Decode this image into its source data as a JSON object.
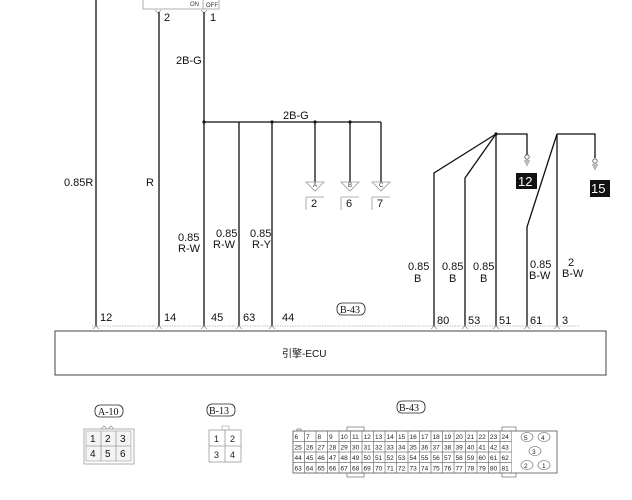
{
  "switch": {
    "state_labels": [
      "ON",
      "OFF"
    ],
    "pins": [
      "2",
      "1"
    ]
  },
  "wires": [
    {
      "id": "w12",
      "label_line1": "0.85R",
      "label_line2": "",
      "ecu_pin": "12"
    },
    {
      "id": "w14",
      "label_line1": "R",
      "label_line2": "",
      "ecu_pin": "14"
    },
    {
      "id": "w45",
      "label_line1": "0.85",
      "label_line2": "R-W",
      "ecu_pin": "45"
    },
    {
      "id": "w63",
      "label_line1": "0.85",
      "label_line2": "R-W",
      "ecu_pin": "63"
    },
    {
      "id": "w44",
      "label_line1": "0.85",
      "label_line2": "R-Y",
      "ecu_pin": "44"
    },
    {
      "id": "w80",
      "label_line1": "0.85",
      "label_line2": "B",
      "ecu_pin": "80"
    },
    {
      "id": "w53",
      "label_line1": "0.85",
      "label_line2": "B",
      "ecu_pin": "53"
    },
    {
      "id": "w51",
      "label_line1": "0.85",
      "label_line2": "B",
      "ecu_pin": "51"
    },
    {
      "id": "w61",
      "label_line1": "0.85",
      "label_line2": "B-W",
      "ecu_pin": "61"
    },
    {
      "id": "w3",
      "label_line1": "2",
      "label_line2": "B-W",
      "ecu_pin": "3"
    }
  ],
  "bus": {
    "vertical_label": "2B-G",
    "horizontal_label": "2B-G"
  },
  "connectors_abc": [
    {
      "letter": "A",
      "pin": "2"
    },
    {
      "letter": "B",
      "pin": "6"
    },
    {
      "letter": "C",
      "pin": "7"
    }
  ],
  "grounds": [
    {
      "id": "g12",
      "label": "12"
    },
    {
      "id": "g15",
      "label": "15"
    }
  ],
  "ecu": {
    "label": "引擎-ECU",
    "connector_tag": "B-43"
  },
  "connector_views": {
    "a10": {
      "tag": "A-10",
      "rows": [
        [
          "1",
          "2",
          "3"
        ],
        [
          "4",
          "5",
          "6"
        ]
      ]
    },
    "b13": {
      "tag": "B-13",
      "rows": [
        [
          "1",
          "2"
        ],
        [
          "3",
          "4"
        ]
      ]
    },
    "b43": {
      "tag": "B-43",
      "rows": [
        [
          "6",
          "7",
          "8",
          "9",
          "10",
          "11",
          "12",
          "13",
          "14",
          "15",
          "16",
          "17",
          "18",
          "19",
          "20",
          "21",
          "22",
          "23",
          "24"
        ],
        [
          "25",
          "26",
          "27",
          "28",
          "29",
          "30",
          "31",
          "32",
          "33",
          "34",
          "35",
          "36",
          "37",
          "38",
          "39",
          "40",
          "41",
          "42",
          "43"
        ],
        [
          "44",
          "45",
          "46",
          "47",
          "48",
          "49",
          "50",
          "51",
          "52",
          "53",
          "54",
          "55",
          "56",
          "57",
          "58",
          "59",
          "60",
          "61",
          "62"
        ],
        [
          "63",
          "64",
          "65",
          "66",
          "67",
          "68",
          "69",
          "70",
          "71",
          "72",
          "73",
          "74",
          "75",
          "76",
          "77",
          "78",
          "79",
          "80",
          "81"
        ]
      ],
      "side_pins": [
        "5",
        "4",
        "3",
        "2",
        "1"
      ]
    }
  }
}
